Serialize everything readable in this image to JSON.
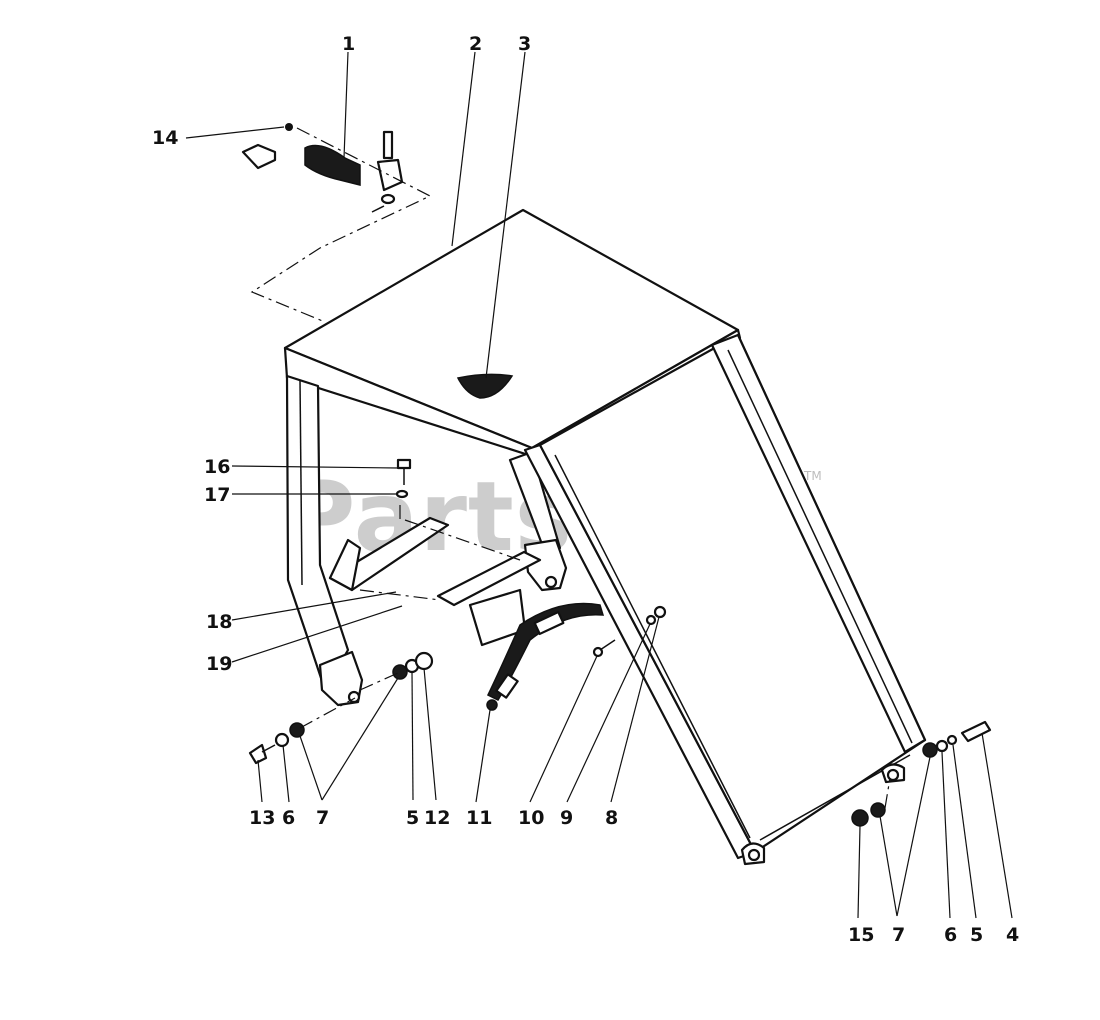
{
  "watermark": {
    "text": "PartsTree",
    "tm": "TM"
  },
  "callouts": {
    "c1": "1",
    "c2": "2",
    "c3": "3",
    "c4": "4",
    "c5a": "5",
    "c5b": "5",
    "c6a": "6",
    "c6b": "6",
    "c7a": "7",
    "c7b": "7",
    "c8": "8",
    "c9": "9",
    "c10": "10",
    "c11": "11",
    "c12": "12",
    "c13": "13",
    "c14": "14",
    "c15": "15",
    "c16": "16",
    "c17": "17",
    "c18": "18",
    "c19": "19"
  }
}
